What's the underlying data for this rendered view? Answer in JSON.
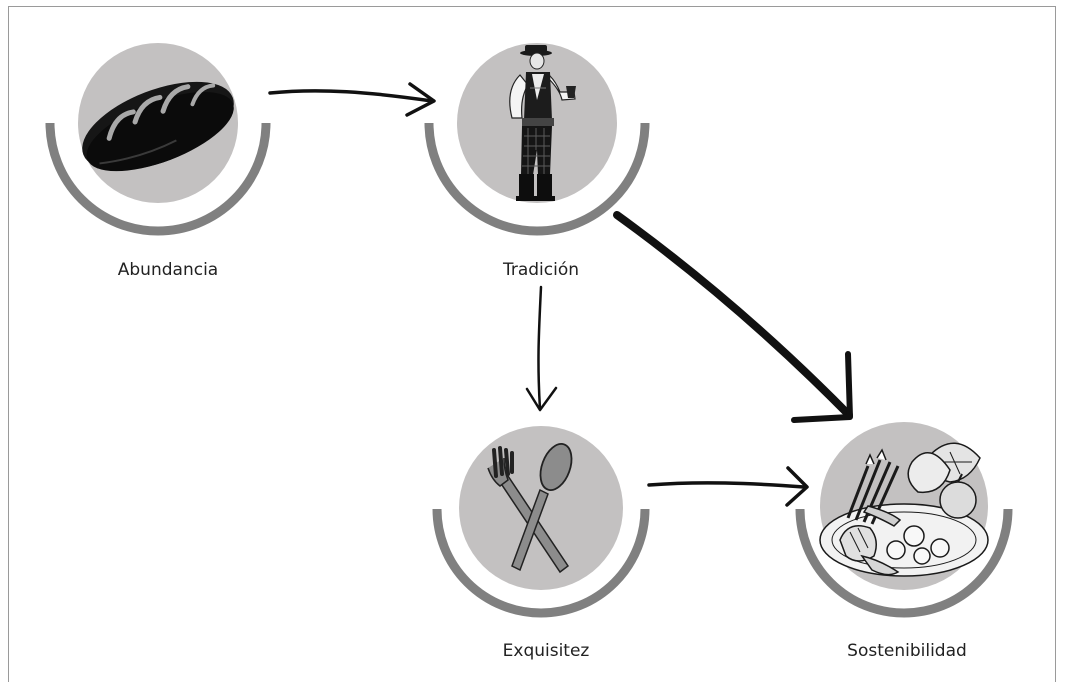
{
  "colors": {
    "disc": "#c3c1c1",
    "ring": "#808080",
    "ink": "#111111",
    "label": "#222222"
  },
  "nodes": [
    {
      "id": "abundancia",
      "label": "Abundancia",
      "icon": "bread-icon"
    },
    {
      "id": "tradicion",
      "label": "Tradición",
      "icon": "folk-costume-person-icon"
    },
    {
      "id": "exquisitez",
      "label": "Exquisitez",
      "icon": "fork-and-spoon-icon"
    },
    {
      "id": "sostenibilidad",
      "label": "Sostenibilidad",
      "icon": "vegetable-plate-icon"
    }
  ],
  "edges": [
    {
      "from": "abundancia",
      "to": "tradicion"
    },
    {
      "from": "tradicion",
      "to": "exquisitez"
    },
    {
      "from": "tradicion",
      "to": "sostenibilidad"
    },
    {
      "from": "exquisitez",
      "to": "sostenibilidad"
    }
  ]
}
